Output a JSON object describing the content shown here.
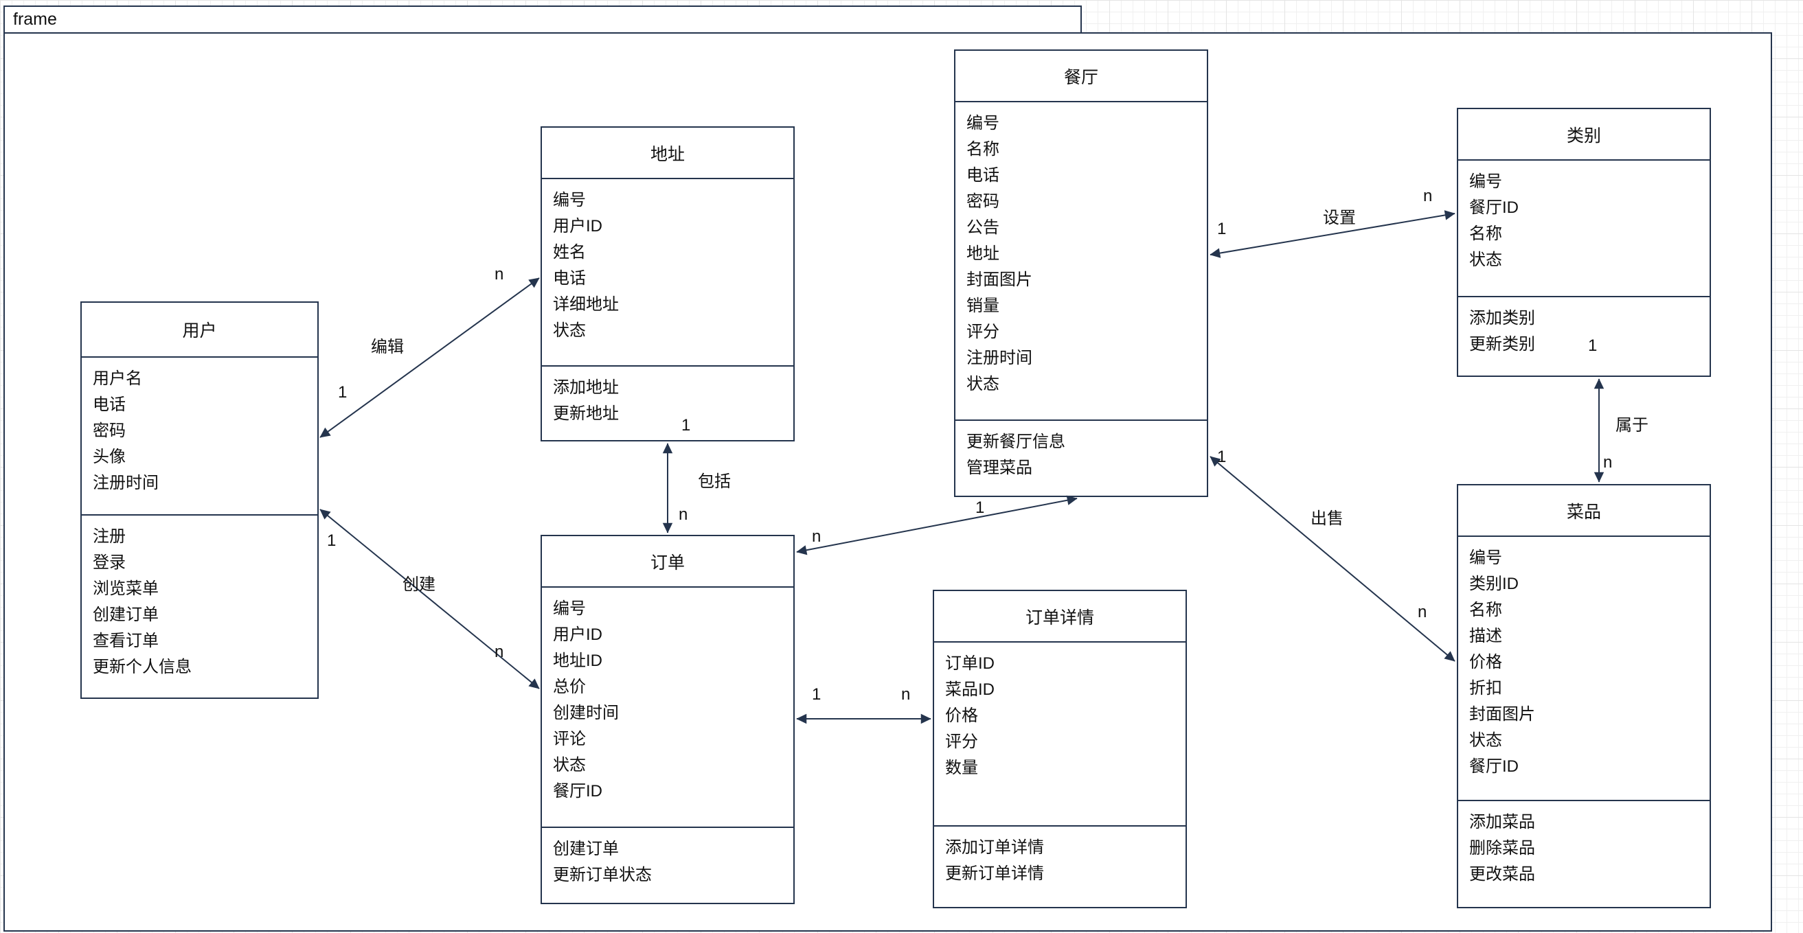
{
  "frame": {
    "title": "frame"
  },
  "entities": [
    {
      "title": "用户",
      "attributes": [
        "用户名",
        "电话",
        "密码",
        "头像",
        "注册时间"
      ],
      "methods": [
        "注册",
        "登录",
        "浏览菜单",
        "创建订单",
        "查看订单",
        "更新个人信息"
      ]
    },
    {
      "title": "地址",
      "attributes": [
        "编号",
        "用户ID",
        "姓名",
        "电话",
        "详细地址",
        "状态"
      ],
      "methods": [
        "添加地址",
        "更新地址"
      ]
    },
    {
      "title": "餐厅",
      "attributes": [
        "编号",
        "名称",
        "电话",
        "密码",
        "公告",
        "地址",
        "封面图片",
        "销量",
        "评分",
        "注册时间",
        "状态"
      ],
      "methods": [
        "更新餐厅信息",
        "管理菜品"
      ]
    },
    {
      "title": "类别",
      "attributes": [
        "编号",
        "餐厅ID",
        "名称",
        "状态"
      ],
      "methods": [
        "添加类别",
        "更新类别"
      ]
    },
    {
      "title": "订单",
      "attributes": [
        "编号",
        "用户ID",
        "地址ID",
        "总价",
        "创建时间",
        "评论",
        "状态",
        "餐厅ID"
      ],
      "methods": [
        "创建订单",
        "更新订单状态"
      ]
    },
    {
      "title": "订单详情",
      "attributes": [
        "订单ID",
        "菜品ID",
        "价格",
        "评分",
        "数量"
      ],
      "methods": [
        "添加订单详情",
        "更新订单详情"
      ]
    },
    {
      "title": "菜品",
      "attributes": [
        "编号",
        "类别ID",
        "名称",
        "描述",
        "价格",
        "折扣",
        "封面图片",
        "状态",
        "餐厅ID"
      ],
      "methods": [
        "添加菜品",
        "删除菜品",
        "更改菜品"
      ]
    }
  ],
  "edges": [
    {
      "name": "user-address",
      "label": "编辑",
      "from_card": "1",
      "to_card": "n"
    },
    {
      "name": "address-order",
      "label": "包括",
      "from_card": "1",
      "to_card": "n"
    },
    {
      "name": "user-order",
      "label": "创建",
      "from_card": "1",
      "to_card": "n"
    },
    {
      "name": "order-restaurant",
      "label": "",
      "from_card": "n",
      "to_card": "1"
    },
    {
      "name": "order-orderdetail",
      "label": "",
      "from_card": "1",
      "to_card": "n"
    },
    {
      "name": "restaurant-category",
      "label": "设置",
      "from_card": "1",
      "to_card": "n"
    },
    {
      "name": "category-dish",
      "label": "属于",
      "from_card": "1",
      "to_card": "n"
    },
    {
      "name": "restaurant-dish",
      "label": "出售",
      "from_card": "1",
      "to_card": "n"
    }
  ],
  "colors": {
    "stroke": "#24344d",
    "background": "#ffffff",
    "grid": "#e4e4e4"
  }
}
